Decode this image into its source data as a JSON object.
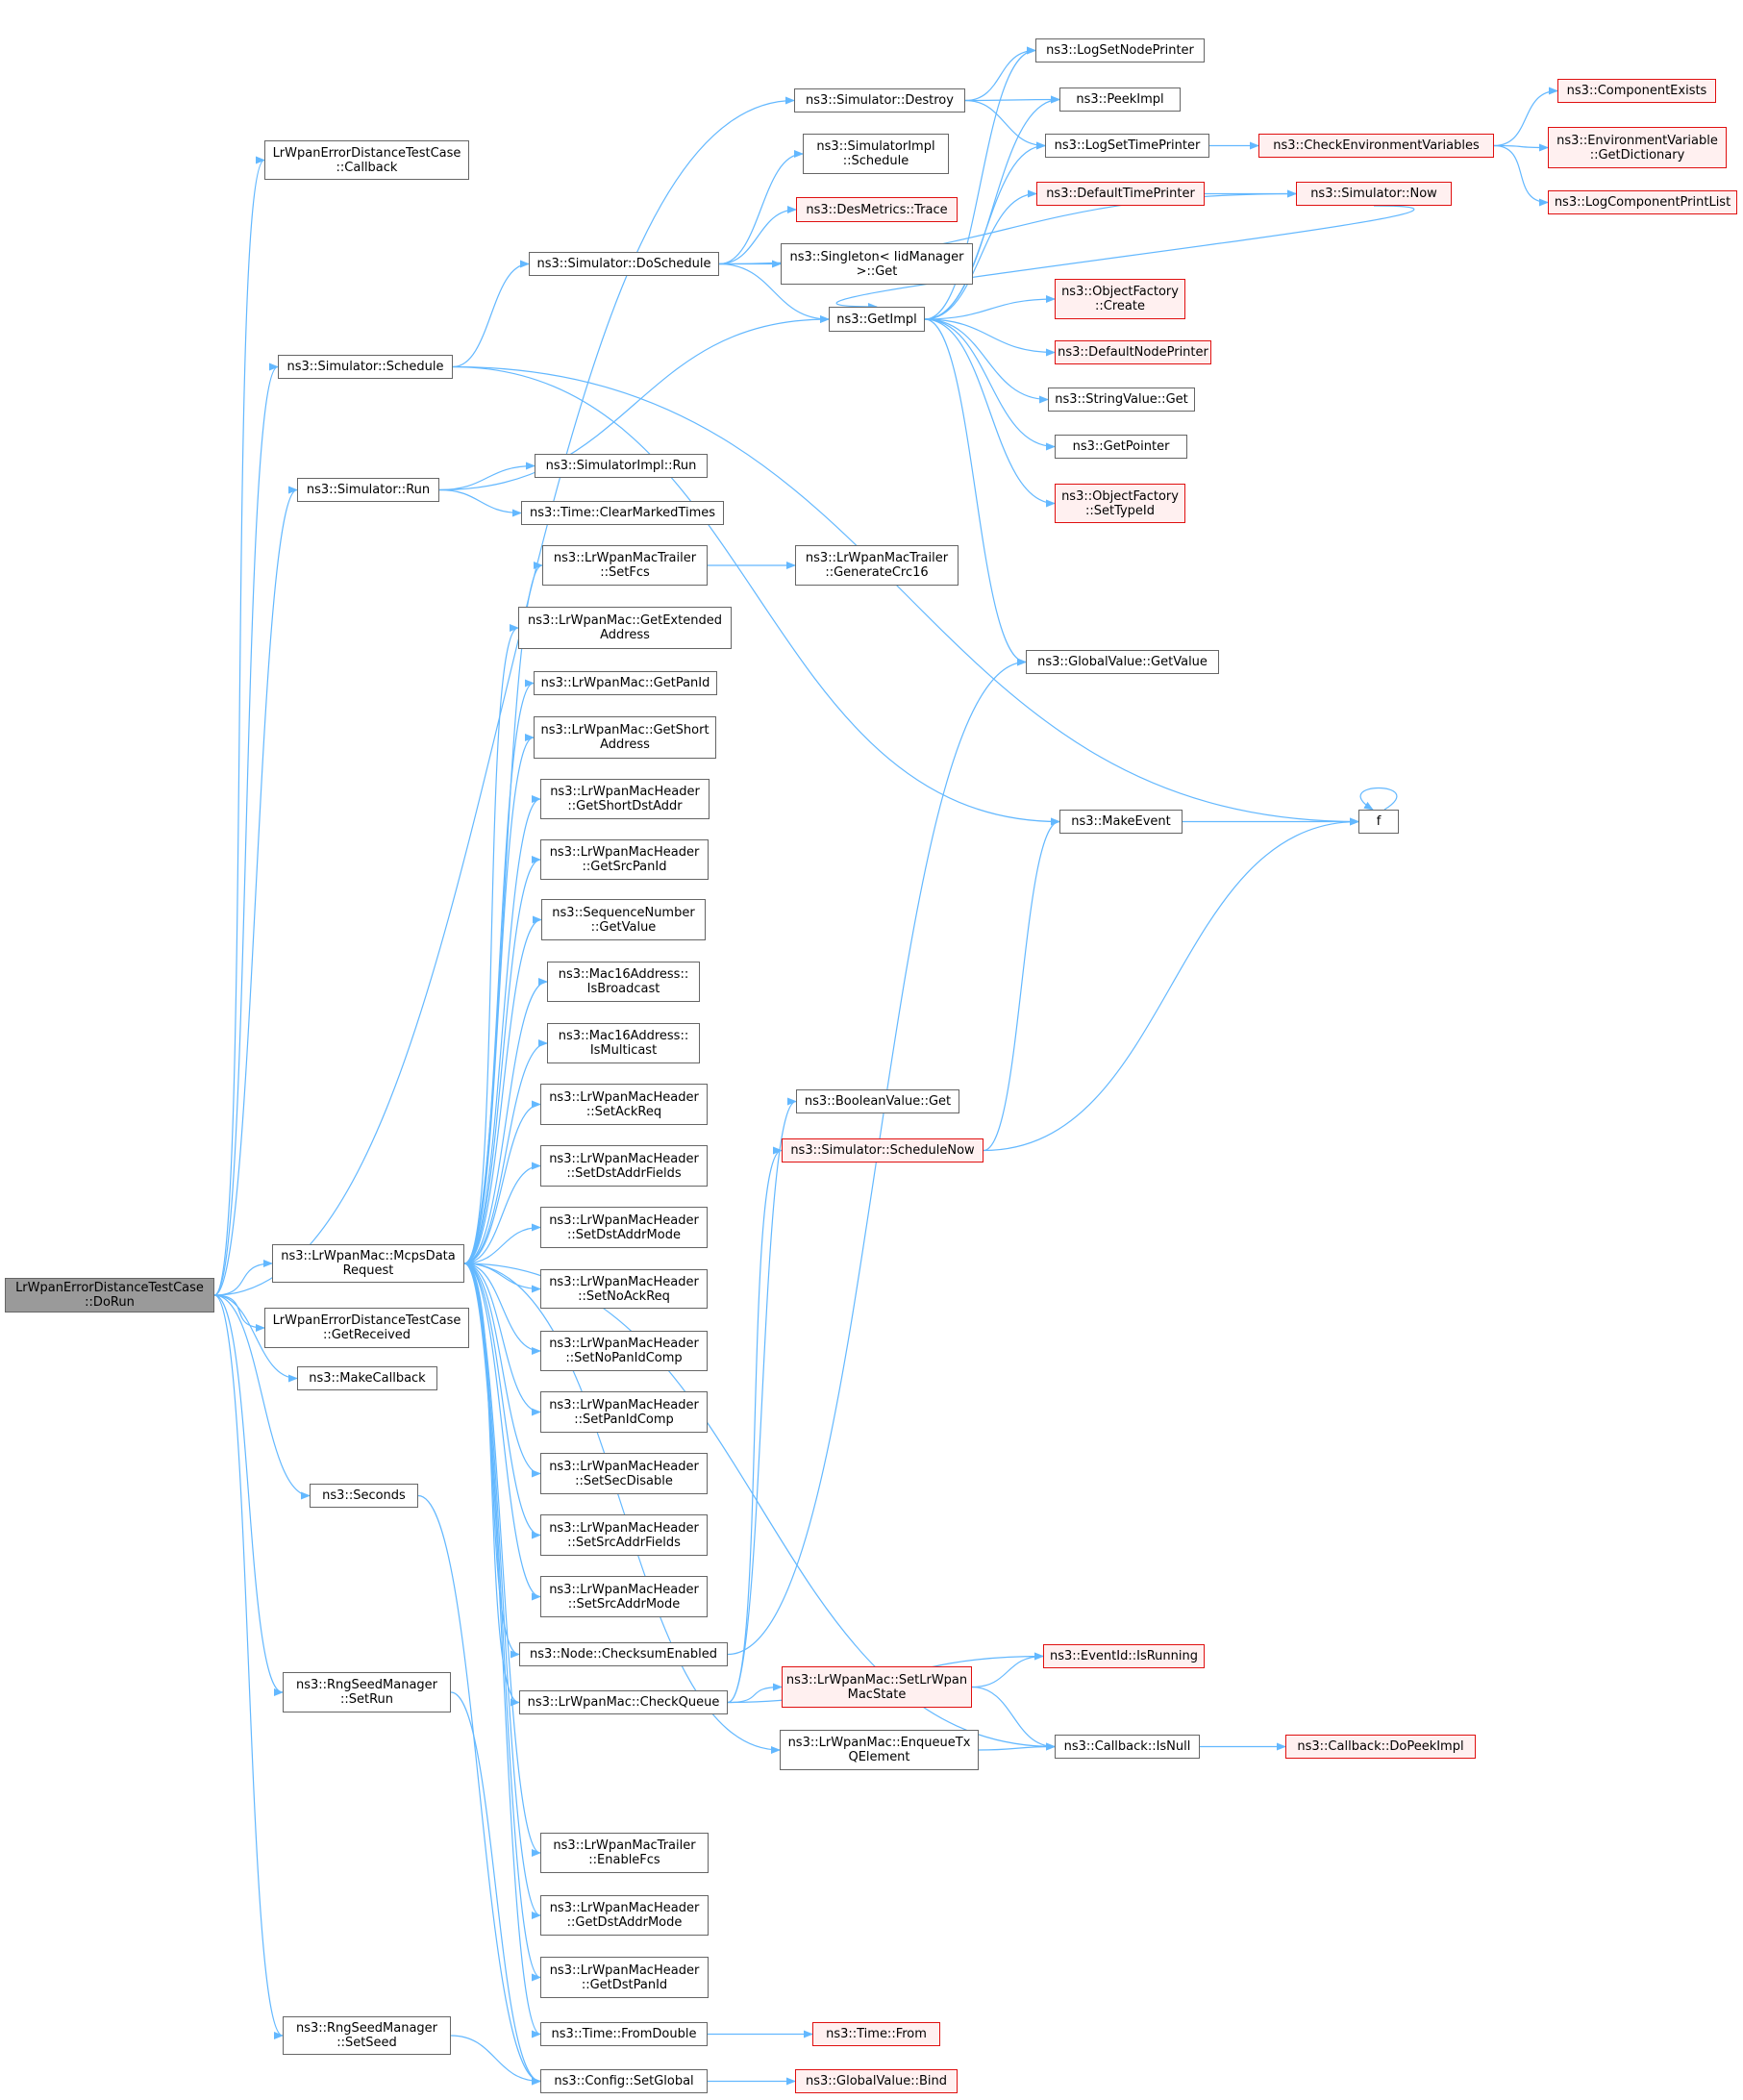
{
  "diagram": {
    "colors": {
      "edge": "#63b8ff",
      "node_border": "#666666",
      "highlight_border": "#e01010",
      "highlight_fill": "#fff0f0",
      "root_fill": "#9a9a9a"
    },
    "nodes": [
      {
        "id": "root",
        "lines": [
          "LrWpanErrorDistanceTestCase",
          "::DoRun"
        ],
        "kind": "root"
      },
      {
        "id": "callback",
        "lines": [
          "LrWpanErrorDistanceTestCase",
          "::Callback"
        ]
      },
      {
        "id": "destroy",
        "lines": [
          "ns3::Simulator::Destroy"
        ]
      },
      {
        "id": "doschedule",
        "lines": [
          "ns3::Simulator::DoSchedule"
        ]
      },
      {
        "id": "schedule",
        "lines": [
          "ns3::Simulator::Schedule"
        ]
      },
      {
        "id": "run",
        "lines": [
          "ns3::Simulator::Run"
        ]
      },
      {
        "id": "mcps",
        "lines": [
          "ns3::LrWpanMac::McpsData",
          "Request"
        ]
      },
      {
        "id": "getrecv",
        "lines": [
          "LrWpanErrorDistanceTestCase",
          "::GetReceived"
        ]
      },
      {
        "id": "makecb",
        "lines": [
          "ns3::MakeCallback"
        ]
      },
      {
        "id": "seconds",
        "lines": [
          "ns3::Seconds"
        ]
      },
      {
        "id": "setrun",
        "lines": [
          "ns3::RngSeedManager",
          "::SetRun"
        ]
      },
      {
        "id": "setseed",
        "lines": [
          "ns3::RngSeedManager",
          "::SetSeed"
        ]
      },
      {
        "id": "simimplsched",
        "lines": [
          "ns3::SimulatorImpl",
          "::Schedule"
        ]
      },
      {
        "id": "desmetrics",
        "lines": [
          "ns3::DesMetrics::Trace"
        ],
        "kind": "red"
      },
      {
        "id": "singleton",
        "lines": [
          "ns3::Singleton< IidManager",
          ">::Get"
        ]
      },
      {
        "id": "getimpl",
        "lines": [
          "ns3::GetImpl"
        ]
      },
      {
        "id": "simimplrun",
        "lines": [
          "ns3::SimulatorImpl::Run"
        ]
      },
      {
        "id": "clearmarked",
        "lines": [
          "ns3::Time::ClearMarkedTimes"
        ]
      },
      {
        "id": "setfcs",
        "lines": [
          "ns3::LrWpanMacTrailer",
          "::SetFcs"
        ]
      },
      {
        "id": "gencrc",
        "lines": [
          "ns3::LrWpanMacTrailer",
          "::GenerateCrc16"
        ]
      },
      {
        "id": "getext",
        "lines": [
          "ns3::LrWpanMac::GetExtended",
          "Address"
        ]
      },
      {
        "id": "getpanid",
        "lines": [
          "ns3::LrWpanMac::GetPanId"
        ]
      },
      {
        "id": "getshort",
        "lines": [
          "ns3::LrWpanMac::GetShort",
          "Address"
        ]
      },
      {
        "id": "getshortdst",
        "lines": [
          "ns3::LrWpanMacHeader",
          "::GetShortDstAddr"
        ]
      },
      {
        "id": "getsrcpanid",
        "lines": [
          "ns3::LrWpanMacHeader",
          "::GetSrcPanId"
        ]
      },
      {
        "id": "seqnum",
        "lines": [
          "ns3::SequenceNumber",
          "::GetValue"
        ]
      },
      {
        "id": "isbcast",
        "lines": [
          "ns3::Mac16Address::",
          "IsBroadcast"
        ]
      },
      {
        "id": "ismcast",
        "lines": [
          "ns3::Mac16Address::",
          "IsMulticast"
        ]
      },
      {
        "id": "setackreq",
        "lines": [
          "ns3::LrWpanMacHeader",
          "::SetAckReq"
        ]
      },
      {
        "id": "setdstfields",
        "lines": [
          "ns3::LrWpanMacHeader",
          "::SetDstAddrFields"
        ]
      },
      {
        "id": "setdstmode",
        "lines": [
          "ns3::LrWpanMacHeader",
          "::SetDstAddrMode"
        ]
      },
      {
        "id": "setnoack",
        "lines": [
          "ns3::LrWpanMacHeader",
          "::SetNoAckReq"
        ]
      },
      {
        "id": "setnopanid",
        "lines": [
          "ns3::LrWpanMacHeader",
          "::SetNoPanIdComp"
        ]
      },
      {
        "id": "setpanid",
        "lines": [
          "ns3::LrWpanMacHeader",
          "::SetPanIdComp"
        ]
      },
      {
        "id": "setsecdis",
        "lines": [
          "ns3::LrWpanMacHeader",
          "::SetSecDisable"
        ]
      },
      {
        "id": "setsrcfields",
        "lines": [
          "ns3::LrWpanMacHeader",
          "::SetSrcAddrFields"
        ]
      },
      {
        "id": "setsrcmode",
        "lines": [
          "ns3::LrWpanMacHeader",
          "::SetSrcAddrMode"
        ]
      },
      {
        "id": "checksum",
        "lines": [
          "ns3::Node::ChecksumEnabled"
        ]
      },
      {
        "id": "checkqueue",
        "lines": [
          "ns3::LrWpanMac::CheckQueue"
        ]
      },
      {
        "id": "enablefcs",
        "lines": [
          "ns3::LrWpanMacTrailer",
          "::EnableFcs"
        ]
      },
      {
        "id": "getdstmode",
        "lines": [
          "ns3::LrWpanMacHeader",
          "::GetDstAddrMode"
        ]
      },
      {
        "id": "getdstpanid",
        "lines": [
          "ns3::LrWpanMacHeader",
          "::GetDstPanId"
        ]
      },
      {
        "id": "fromdouble",
        "lines": [
          "ns3::Time::FromDouble"
        ]
      },
      {
        "id": "configglobal",
        "lines": [
          "ns3::Config::SetGlobal"
        ]
      },
      {
        "id": "lognode",
        "lines": [
          "ns3::LogSetNodePrinter"
        ]
      },
      {
        "id": "peekimpl",
        "lines": [
          "ns3::PeekImpl"
        ]
      },
      {
        "id": "logtime",
        "lines": [
          "ns3::LogSetTimePrinter"
        ]
      },
      {
        "id": "deftime",
        "lines": [
          "ns3::DefaultTimePrinter"
        ],
        "kind": "red"
      },
      {
        "id": "objcreate",
        "lines": [
          "ns3::ObjectFactory",
          "::Create"
        ],
        "kind": "red"
      },
      {
        "id": "defnode",
        "lines": [
          "ns3::DefaultNodePrinter"
        ],
        "kind": "red"
      },
      {
        "id": "strget",
        "lines": [
          "ns3::StringValue::Get"
        ]
      },
      {
        "id": "getpointer",
        "lines": [
          "ns3::GetPointer"
        ]
      },
      {
        "id": "settypeid",
        "lines": [
          "ns3::ObjectFactory",
          "::SetTypeId"
        ],
        "kind": "red"
      },
      {
        "id": "getvalue",
        "lines": [
          "ns3::GlobalValue::GetValue"
        ]
      },
      {
        "id": "makeevent",
        "lines": [
          "ns3::MakeEvent"
        ]
      },
      {
        "id": "boolget",
        "lines": [
          "ns3::BooleanValue::Get"
        ]
      },
      {
        "id": "schednow",
        "lines": [
          "ns3::Simulator::ScheduleNow"
        ],
        "kind": "red"
      },
      {
        "id": "setstate",
        "lines": [
          "ns3::LrWpanMac::SetLrWpan",
          "MacState"
        ],
        "kind": "red"
      },
      {
        "id": "enqueue",
        "lines": [
          "ns3::LrWpanMac::EnqueueTx",
          "QElement"
        ]
      },
      {
        "id": "isrunning",
        "lines": [
          "ns3::EventId::IsRunning"
        ],
        "kind": "red"
      },
      {
        "id": "isnull",
        "lines": [
          "ns3::Callback::IsNull"
        ]
      },
      {
        "id": "timefrom",
        "lines": [
          "ns3::Time::From"
        ],
        "kind": "red"
      },
      {
        "id": "gvbind",
        "lines": [
          "ns3::GlobalValue::Bind"
        ],
        "kind": "red"
      },
      {
        "id": "checkenv",
        "lines": [
          "ns3::CheckEnvironmentVariables"
        ],
        "kind": "red"
      },
      {
        "id": "simnow",
        "lines": [
          "ns3::Simulator::Now"
        ],
        "kind": "red"
      },
      {
        "id": "fn",
        "lines": [
          "f"
        ]
      },
      {
        "id": "docpeek",
        "lines": [
          "ns3::Callback::DoPeekImpl"
        ],
        "kind": "red"
      },
      {
        "id": "compexists",
        "lines": [
          "ns3::ComponentExists"
        ],
        "kind": "red"
      },
      {
        "id": "envdict",
        "lines": [
          "ns3::EnvironmentVariable",
          "::GetDictionary"
        ],
        "kind": "red"
      },
      {
        "id": "logcomp",
        "lines": [
          "ns3::LogComponentPrintList"
        ],
        "kind": "red"
      }
    ],
    "edges": [
      [
        "root",
        "callback"
      ],
      [
        "root",
        "destroy"
      ],
      [
        "root",
        "schedule"
      ],
      [
        "root",
        "run"
      ],
      [
        "root",
        "mcps"
      ],
      [
        "root",
        "getrecv"
      ],
      [
        "root",
        "makecb"
      ],
      [
        "root",
        "seconds"
      ],
      [
        "root",
        "setrun"
      ],
      [
        "root",
        "setseed"
      ],
      [
        "destroy",
        "lognode"
      ],
      [
        "destroy",
        "peekimpl"
      ],
      [
        "destroy",
        "logtime"
      ],
      [
        "doschedule",
        "simimplsched"
      ],
      [
        "doschedule",
        "desmetrics"
      ],
      [
        "doschedule",
        "singleton"
      ],
      [
        "doschedule",
        "getimpl"
      ],
      [
        "doschedule",
        "simnow"
      ],
      [
        "schedule",
        "doschedule"
      ],
      [
        "schedule",
        "makeevent"
      ],
      [
        "schedule",
        "fn"
      ],
      [
        "run",
        "getimpl"
      ],
      [
        "run",
        "simimplrun"
      ],
      [
        "run",
        "clearmarked"
      ],
      [
        "getimpl",
        "lognode"
      ],
      [
        "getimpl",
        "peekimpl"
      ],
      [
        "getimpl",
        "logtime"
      ],
      [
        "getimpl",
        "deftime"
      ],
      [
        "getimpl",
        "objcreate"
      ],
      [
        "getimpl",
        "defnode"
      ],
      [
        "getimpl",
        "strget"
      ],
      [
        "getimpl",
        "getpointer"
      ],
      [
        "getimpl",
        "settypeid"
      ],
      [
        "getimpl",
        "getvalue"
      ],
      [
        "logtime",
        "checkenv"
      ],
      [
        "deftime",
        "simnow"
      ],
      [
        "simnow",
        "getimpl"
      ],
      [
        "checkenv",
        "compexists"
      ],
      [
        "checkenv",
        "envdict"
      ],
      [
        "checkenv",
        "logcomp"
      ],
      [
        "setfcs",
        "gencrc"
      ],
      [
        "makeevent",
        "fn"
      ],
      [
        "fn",
        "fn"
      ],
      [
        "mcps",
        "setfcs"
      ],
      [
        "mcps",
        "getext"
      ],
      [
        "mcps",
        "getpanid"
      ],
      [
        "mcps",
        "getshort"
      ],
      [
        "mcps",
        "getshortdst"
      ],
      [
        "mcps",
        "getsrcpanid"
      ],
      [
        "mcps",
        "seqnum"
      ],
      [
        "mcps",
        "isbcast"
      ],
      [
        "mcps",
        "ismcast"
      ],
      [
        "mcps",
        "setackreq"
      ],
      [
        "mcps",
        "setdstfields"
      ],
      [
        "mcps",
        "setdstmode"
      ],
      [
        "mcps",
        "setnoack"
      ],
      [
        "mcps",
        "setnopanid"
      ],
      [
        "mcps",
        "setpanid"
      ],
      [
        "mcps",
        "setsecdis"
      ],
      [
        "mcps",
        "setsrcfields"
      ],
      [
        "mcps",
        "setsrcmode"
      ],
      [
        "mcps",
        "checksum"
      ],
      [
        "mcps",
        "checkqueue"
      ],
      [
        "mcps",
        "enqueue"
      ],
      [
        "mcps",
        "isnull"
      ],
      [
        "mcps",
        "enablefcs"
      ],
      [
        "mcps",
        "getdstmode"
      ],
      [
        "mcps",
        "getdstpanid"
      ],
      [
        "mcps",
        "fromdouble"
      ],
      [
        "checksum",
        "getvalue"
      ],
      [
        "checkqueue",
        "boolget"
      ],
      [
        "checkqueue",
        "schednow"
      ],
      [
        "checkqueue",
        "setstate"
      ],
      [
        "checkqueue",
        "isrunning"
      ],
      [
        "schednow",
        "makeevent"
      ],
      [
        "schednow",
        "fn"
      ],
      [
        "setstate",
        "isrunning"
      ],
      [
        "setstate",
        "isnull"
      ],
      [
        "enqueue",
        "isnull"
      ],
      [
        "isnull",
        "docpeek"
      ],
      [
        "seconds",
        "configglobal"
      ],
      [
        "setrun",
        "configglobal"
      ],
      [
        "setseed",
        "configglobal"
      ],
      [
        "fromdouble",
        "timefrom"
      ],
      [
        "configglobal",
        "gvbind"
      ]
    ]
  }
}
